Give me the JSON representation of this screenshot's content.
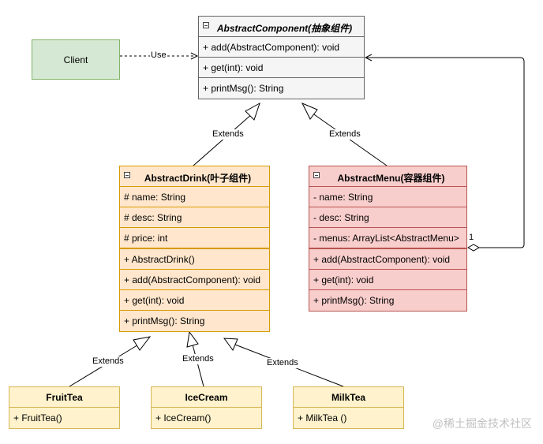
{
  "client": {
    "label": "Client"
  },
  "use_label": "Use",
  "extends_label": "Extends",
  "multiplicity": "1",
  "abstract_component": {
    "title": "AbstractComponent(抽象组件)",
    "rows": [
      "+ add(AbstractComponent): void",
      "+ get(int): void",
      "+ printMsg(): String"
    ]
  },
  "abstract_drink": {
    "title": "AbstractDrink(叶子组件)",
    "rows": [
      "# name: String",
      "# desc: String",
      "# price: int",
      "+ AbstractDrink()",
      "+ add(AbstractComponent): void",
      "+ get(int): void",
      "+ printMsg(): String"
    ]
  },
  "abstract_menu": {
    "title": "AbstractMenu(容器组件)",
    "rows": [
      "- name: String",
      "- desc: String",
      "- menus: ArrayList<AbstractMenu>",
      "+ add(AbstractComponent): void",
      "+ get(int): void",
      "+ printMsg(): String"
    ]
  },
  "fruit_tea": {
    "title": "FruitTea",
    "rows": [
      "+ FruitTea()"
    ]
  },
  "ice_cream": {
    "title": "IceCream",
    "rows": [
      "+ IceCream()"
    ]
  },
  "milk_tea": {
    "title": "MilkTea",
    "rows": [
      "+ MilkTea ()"
    ]
  },
  "watermark": "@稀土掘金技术社区",
  "colors": {
    "component_fill": "#f5f5f5",
    "drink_fill": "#ffe6cc",
    "menu_fill": "#f8cecc",
    "leaf_fill": "#fff2cc",
    "client_fill": "#d5e8d4"
  }
}
